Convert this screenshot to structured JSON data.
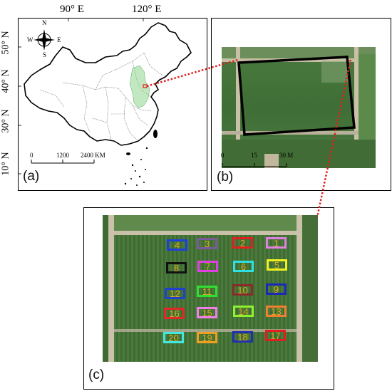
{
  "panel_a": {
    "letter": "(a)",
    "lon_labels": [
      "90° E",
      "120° E"
    ],
    "lat_labels": [
      "50° N",
      "40° N",
      "30° N",
      "10° N"
    ],
    "scale_ticks": [
      "0",
      "1200",
      "2400 KM"
    ],
    "compass": {
      "n": "N",
      "s": "S",
      "e": "E",
      "w": "W"
    }
  },
  "panel_b": {
    "letter": "(b)",
    "scale_ticks": [
      "0",
      "15",
      "30 M"
    ]
  },
  "panel_c": {
    "letter": "(c)",
    "plots": [
      {
        "label": "4",
        "color": "#1f3fd8"
      },
      {
        "label": "3",
        "color": "#7a5a9a"
      },
      {
        "label": "2",
        "color": "#e02020"
      },
      {
        "label": "1",
        "color": "#e080e0"
      },
      {
        "label": "8",
        "color": "#111111"
      },
      {
        "label": "7",
        "color": "#e040e0"
      },
      {
        "label": "6",
        "color": "#30e0e0"
      },
      {
        "label": "5",
        "color": "#f0f020"
      },
      {
        "label": "12",
        "color": "#2040d0"
      },
      {
        "label": "11",
        "color": "#30e030"
      },
      {
        "label": "10",
        "color": "#8a2a2a"
      },
      {
        "label": "9",
        "color": "#1a2ab8"
      },
      {
        "label": "16",
        "color": "#e02828"
      },
      {
        "label": "15",
        "color": "#f080e8"
      },
      {
        "label": "14",
        "color": "#90f030"
      },
      {
        "label": "13",
        "color": "#f08030"
      },
      {
        "label": "20",
        "color": "#40e8e0"
      },
      {
        "label": "19",
        "color": "#f0a020"
      },
      {
        "label": "18",
        "color": "#2030b0"
      },
      {
        "label": "17",
        "color": "#e02020"
      }
    ]
  },
  "colors": {
    "leader": "#e02020",
    "field_bg": "#557a3a"
  }
}
